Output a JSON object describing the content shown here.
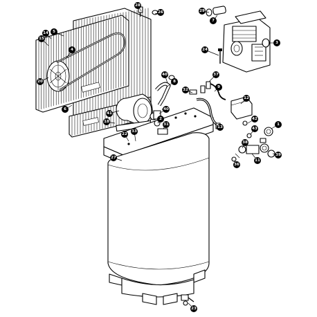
{
  "callouts": [
    {
      "id": "c1",
      "label": "1"
    },
    {
      "id": "c2",
      "label": "2"
    },
    {
      "id": "c3",
      "label": "3"
    },
    {
      "id": "c4",
      "label": "4"
    },
    {
      "id": "c5",
      "label": "5"
    },
    {
      "id": "c6",
      "label": "6"
    },
    {
      "id": "c7",
      "label": "7"
    },
    {
      "id": "c8",
      "label": "8"
    },
    {
      "id": "c9",
      "label": "9"
    },
    {
      "id": "c11",
      "label": "11"
    },
    {
      "id": "c12",
      "label": "12"
    },
    {
      "id": "c13",
      "label": "13"
    },
    {
      "id": "c14",
      "label": "14"
    },
    {
      "id": "c15",
      "label": "15"
    },
    {
      "id": "c18",
      "label": "18"
    },
    {
      "id": "c19",
      "label": "19"
    },
    {
      "id": "c20",
      "label": "20"
    },
    {
      "id": "c22",
      "label": "22"
    },
    {
      "id": "c23",
      "label": "23"
    },
    {
      "id": "c24",
      "label": "24"
    },
    {
      "id": "c26",
      "label": "26"
    },
    {
      "id": "c27",
      "label": "27"
    },
    {
      "id": "c28",
      "label": "28"
    },
    {
      "id": "c29",
      "label": "29"
    },
    {
      "id": "c31",
      "label": "31"
    },
    {
      "id": "c32",
      "label": "32"
    },
    {
      "id": "c33",
      "label": "33"
    },
    {
      "id": "c36",
      "label": "36"
    },
    {
      "id": "c37",
      "label": "37"
    },
    {
      "id": "c38",
      "label": "38"
    },
    {
      "id": "c39",
      "label": "39"
    },
    {
      "id": "c40",
      "label": "40"
    },
    {
      "id": "c40b",
      "label": "40"
    },
    {
      "id": "c41",
      "label": "41"
    },
    {
      "id": "c42",
      "label": "42"
    },
    {
      "id": "c43",
      "label": "43"
    }
  ]
}
